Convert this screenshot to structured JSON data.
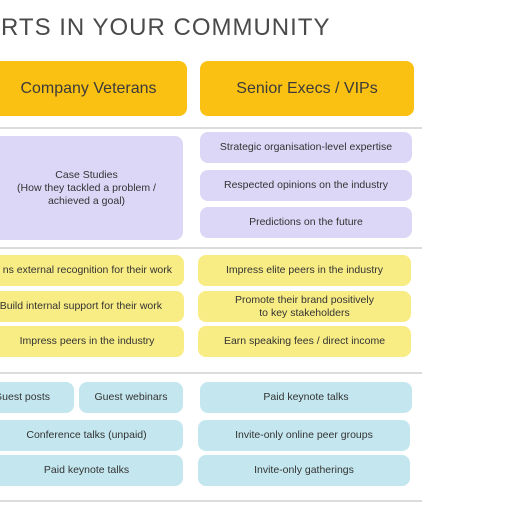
{
  "title": "ERTS IN YOUR COMMUNITY",
  "headers": {
    "left": "Company Veterans",
    "right": "Senior Execs / VIPs"
  },
  "section1": {
    "left_case_studies": {
      "line1": "Case Studies",
      "line2": "(How they tackled a problem /",
      "line3": "achieved a goal)"
    },
    "right": [
      "Strategic organisation-level expertise",
      "Respected opinions on the industry",
      "Predictions on the future"
    ]
  },
  "section2": {
    "left": [
      "ns external recognition for their work",
      "Build internal support for their work",
      "Impress peers in the industry"
    ],
    "right": [
      "Impress elite peers in the industry",
      "Promote their brand positively",
      "to key stakeholders",
      "Earn speaking fees / direct income"
    ]
  },
  "section3": {
    "left": [
      "Guest posts",
      "Guest webinars",
      "Conference talks (unpaid)",
      "Paid keynote talks"
    ],
    "right": [
      "Paid keynote talks",
      "Invite-only online peer groups",
      "Invite-only gatherings"
    ]
  },
  "colors": {
    "header": "#fbc112",
    "purple": "#dcd6f7",
    "yellow": "#f8ec85",
    "blue": "#c4e7ef",
    "divider": "#dcdcdc"
  }
}
